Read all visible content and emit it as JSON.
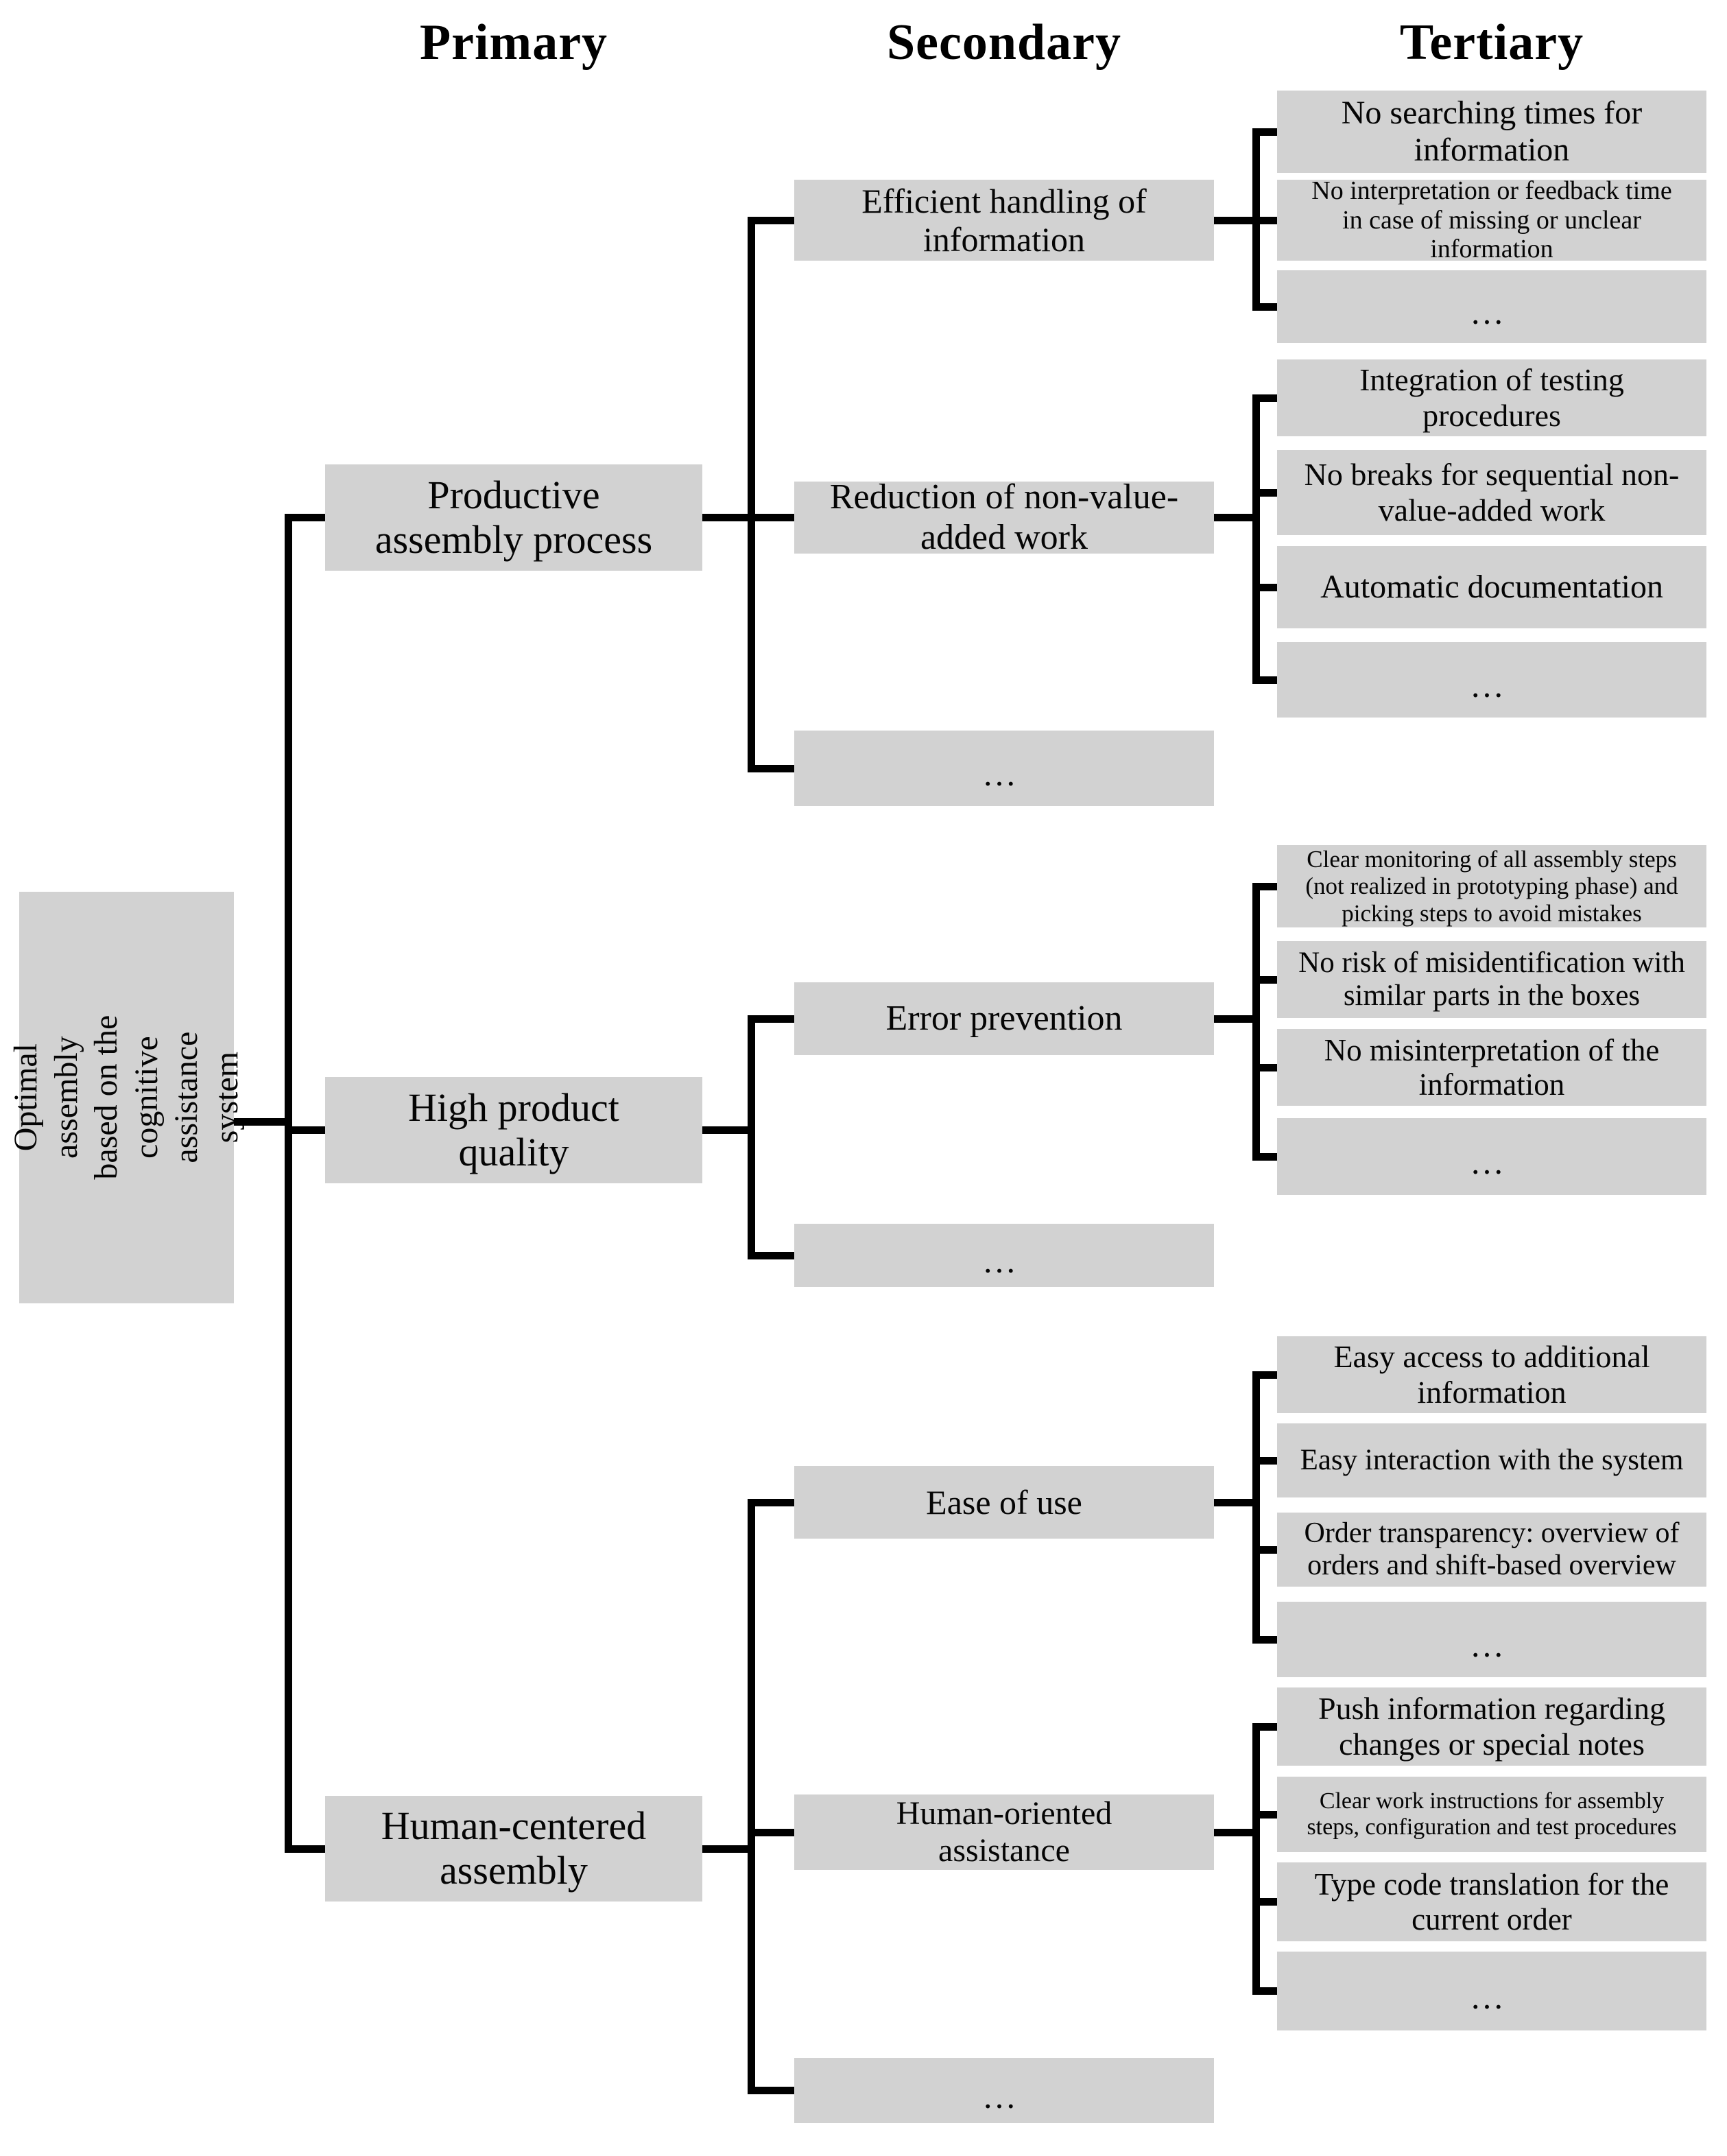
{
  "diagram": {
    "column_headers": {
      "primary": "Primary",
      "secondary": "Secondary",
      "tertiary": "Tertiary"
    },
    "root": {
      "label": "Optimal assembly\nbased on the\ncognitive assistance\nsystem"
    },
    "colors": {
      "box_fill": "#d2d2d2",
      "line": "#000000",
      "text": "#050505",
      "background": "#ffffff"
    },
    "primary": [
      {
        "label": "Productive\nassembly process",
        "secondary": [
          {
            "label": "Efficient handling of\ninformation",
            "tertiary": [
              "No searching times for\ninformation",
              "No interpretation or feedback time\nin case of missing or unclear\ninformation",
              "…"
            ]
          },
          {
            "label": "Reduction of non-value-\nadded work",
            "tertiary": [
              "Integration of testing\nprocedures",
              "No breaks for sequential non-\nvalue-added work",
              "Automatic documentation",
              "…"
            ]
          },
          {
            "label": "…",
            "tertiary": []
          }
        ]
      },
      {
        "label": "High product\nquality",
        "secondary": [
          {
            "label": "Error prevention",
            "tertiary": [
              "Clear monitoring of all assembly steps\n(not realized in prototyping phase) and\npicking steps to avoid mistakes",
              "No risk of misidentification with\nsimilar parts in the boxes",
              "No misinterpretation of the\ninformation",
              "…"
            ]
          },
          {
            "label": "…",
            "tertiary": []
          }
        ]
      },
      {
        "label": "Human-centered\nassembly",
        "secondary": [
          {
            "label": "Ease of use",
            "tertiary": [
              "Easy access to additional\ninformation",
              "Easy interaction with the system",
              "Order transparency: overview of\norders and shift-based overview",
              "…"
            ]
          },
          {
            "label": "Human-oriented\nassistance",
            "tertiary": [
              "Push information regarding\nchanges or special notes",
              "Clear work instructions for assembly\nsteps, configuration and test procedures",
              "Type code translation for the\ncurrent order",
              "…"
            ]
          },
          {
            "label": "…",
            "tertiary": []
          }
        ]
      }
    ]
  }
}
